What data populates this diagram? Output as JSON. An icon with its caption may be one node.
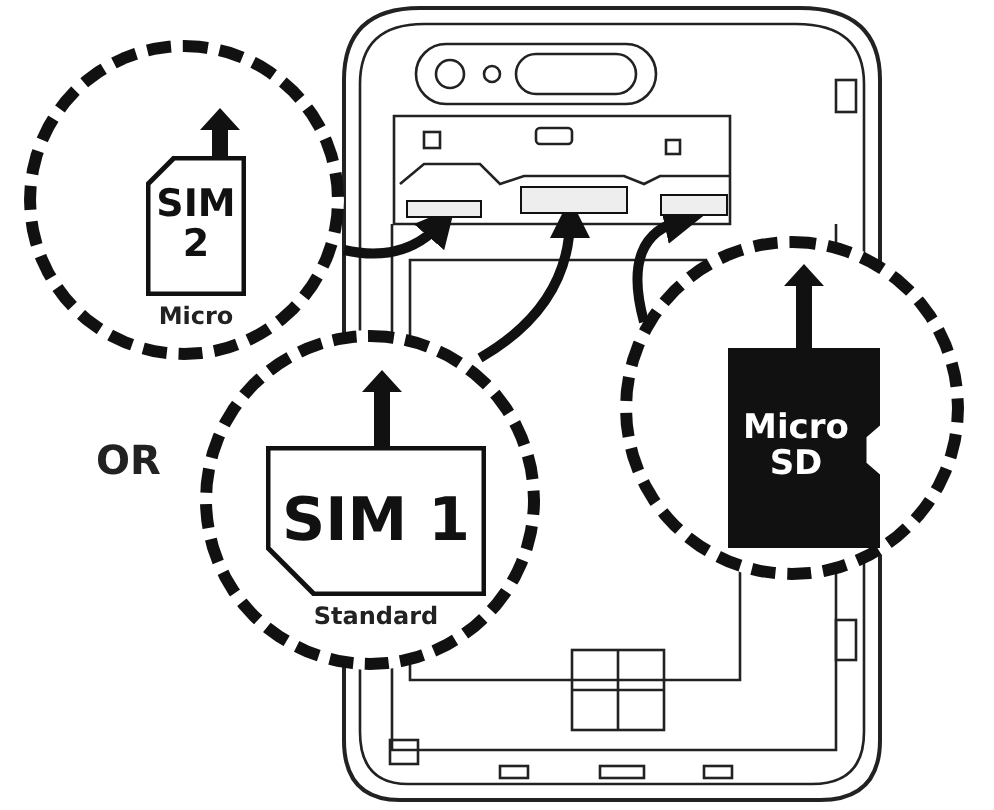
{
  "diagram": {
    "nodes": [
      {
        "text": [],
        "shape": "circle"
      },
      {
        "text": [
          "SIM 2"
        ],
        "in": 0,
        "beside": [
          "Micro"
        ]
      },
      {
        "text": [],
        "shape": "circle"
      },
      {
        "text": [
          "SIM 1"
        ],
        "in": 2,
        "beside": [
          "Standard"
        ]
      },
      {
        "text": [],
        "shape": "circle"
      },
      {
        "text": [
          "Micro SD"
        ],
        "in": 4
      },
      {
        "text": [],
        "shape": "box"
      },
      {
        "text": [],
        "shape": "box"
      },
      {
        "text": [],
        "shape": "box"
      }
    ],
    "edges": [
      {
        "from": 0,
        "to": 6,
        "arrow": "to"
      },
      {
        "from": 2,
        "to": 7,
        "arrow": "to"
      },
      {
        "from": 4,
        "to": 8,
        "arrow": "to"
      }
    ],
    "labels": [
      "OR"
    ]
  }
}
